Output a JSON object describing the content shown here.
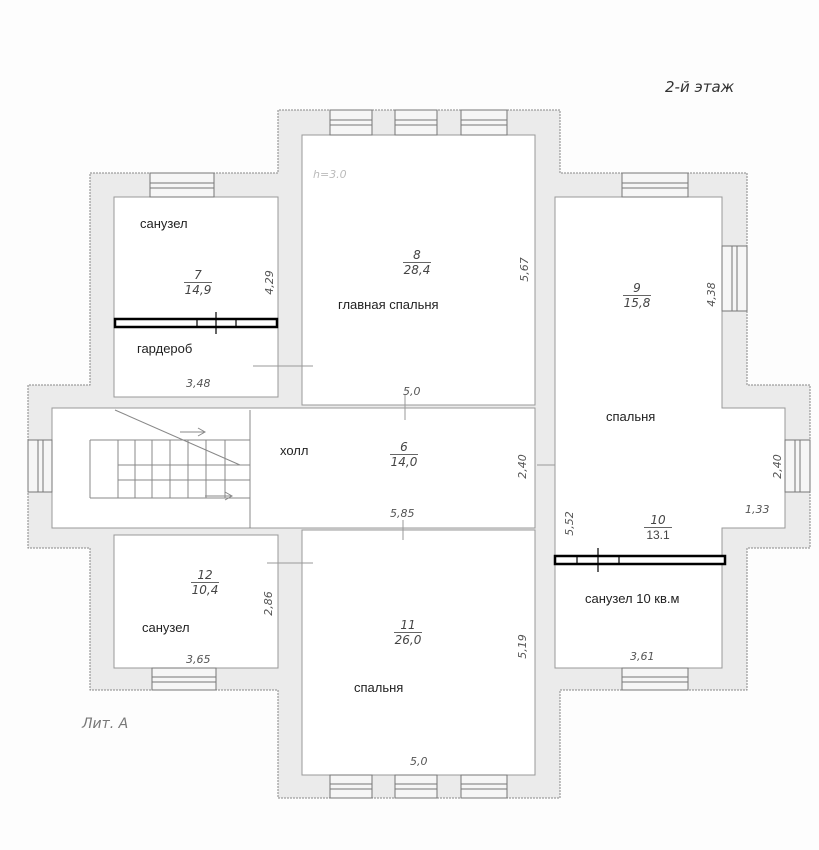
{
  "title": "2-й этаж",
  "lit": "Лит. А",
  "height_note": "h=3.0",
  "rooms": [
    {
      "num": "7",
      "area": "14,9",
      "name": "санузел",
      "name2": "гардероб",
      "dims": [
        "4,29",
        "3,48"
      ]
    },
    {
      "num": "8",
      "area": "28,4",
      "name": "главная спальня",
      "dims": [
        "5,67",
        "5,0"
      ]
    },
    {
      "num": "9",
      "area": "15,8",
      "name": "спальня",
      "dims": [
        "4,38"
      ]
    },
    {
      "num": "6",
      "area": "14,0",
      "name": "холл",
      "dims": [
        "2,40",
        "5,85"
      ]
    },
    {
      "num": "10",
      "area": "13.1",
      "name": "санузел 10 кв.м",
      "dims": [
        "5,52",
        "2,40",
        "1,33",
        "3,61"
      ]
    },
    {
      "num": "12",
      "area": "10,4",
      "name": "санузел",
      "dims": [
        "2,86",
        "3,65"
      ]
    },
    {
      "num": "11",
      "area": "26,0",
      "name": "спальня",
      "dims": [
        "5,19",
        "5,0"
      ]
    }
  ]
}
